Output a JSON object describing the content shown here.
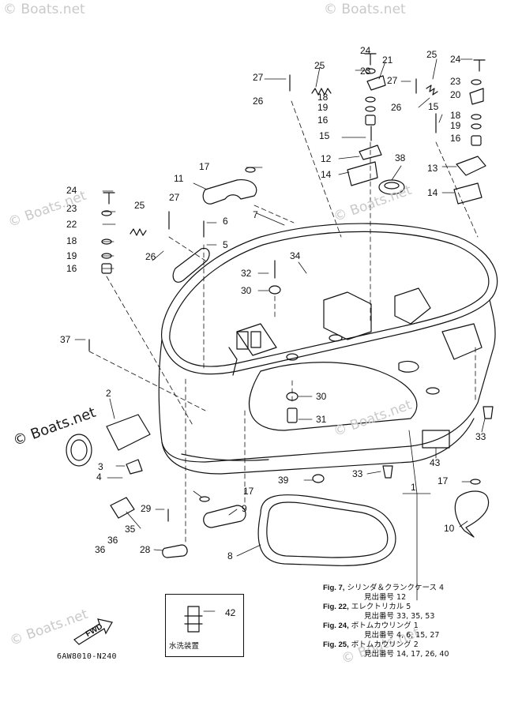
{
  "watermark": {
    "text": "© Boats.net",
    "primary": "© Boats.net"
  },
  "callouts": [
    {
      "id": "c24a",
      "text": "24"
    },
    {
      "id": "c21",
      "text": "21"
    },
    {
      "id": "c25a",
      "text": "25"
    },
    {
      "id": "c27a",
      "text": "27"
    },
    {
      "id": "c23a",
      "text": "23"
    },
    {
      "id": "c26a",
      "text": "26"
    },
    {
      "id": "c18a",
      "text": "18"
    },
    {
      "id": "c19a",
      "text": "19"
    },
    {
      "id": "c16a",
      "text": "16"
    },
    {
      "id": "c15a",
      "text": "15"
    },
    {
      "id": "c12",
      "text": "12"
    },
    {
      "id": "c14a",
      "text": "14"
    },
    {
      "id": "c38",
      "text": "38"
    },
    {
      "id": "c25b",
      "text": "25"
    },
    {
      "id": "c24b",
      "text": "24"
    },
    {
      "id": "c27b",
      "text": "27"
    },
    {
      "id": "c23b",
      "text": "23"
    },
    {
      "id": "c20",
      "text": "20"
    },
    {
      "id": "c26b",
      "text": "26"
    },
    {
      "id": "c18b",
      "text": "18"
    },
    {
      "id": "c19b",
      "text": "19"
    },
    {
      "id": "c15b",
      "text": "15"
    },
    {
      "id": "c16b",
      "text": "16"
    },
    {
      "id": "c13",
      "text": "13"
    },
    {
      "id": "c14b",
      "text": "14"
    },
    {
      "id": "c17a",
      "text": "17"
    },
    {
      "id": "c11",
      "text": "11"
    },
    {
      "id": "c24c",
      "text": "24"
    },
    {
      "id": "c27c",
      "text": "27"
    },
    {
      "id": "c23c",
      "text": "23"
    },
    {
      "id": "c25c",
      "text": "25"
    },
    {
      "id": "c6",
      "text": "6"
    },
    {
      "id": "c22",
      "text": "22"
    },
    {
      "id": "c7",
      "text": "7"
    },
    {
      "id": "c5",
      "text": "5"
    },
    {
      "id": "c18c",
      "text": "18"
    },
    {
      "id": "c26c",
      "text": "26"
    },
    {
      "id": "c19c",
      "text": "19"
    },
    {
      "id": "c16c",
      "text": "16"
    },
    {
      "id": "c34",
      "text": "34"
    },
    {
      "id": "c32",
      "text": "32"
    },
    {
      "id": "c30a",
      "text": "30"
    },
    {
      "id": "c37",
      "text": "37"
    },
    {
      "id": "c2",
      "text": "2"
    },
    {
      "id": "c30b",
      "text": "30"
    },
    {
      "id": "c31",
      "text": "31"
    },
    {
      "id": "c33a",
      "text": "33"
    },
    {
      "id": "c43",
      "text": "43"
    },
    {
      "id": "c3",
      "text": "3"
    },
    {
      "id": "c4",
      "text": "4"
    },
    {
      "id": "c33b",
      "text": "33"
    },
    {
      "id": "c39",
      "text": "39"
    },
    {
      "id": "c17b",
      "text": "17"
    },
    {
      "id": "c17c",
      "text": "17"
    },
    {
      "id": "c1",
      "text": "1"
    },
    {
      "id": "c29",
      "text": "29"
    },
    {
      "id": "c9",
      "text": "9"
    },
    {
      "id": "c35",
      "text": "35"
    },
    {
      "id": "c36a",
      "text": "36"
    },
    {
      "id": "c36b",
      "text": "36"
    },
    {
      "id": "c10",
      "text": "10"
    },
    {
      "id": "c28",
      "text": "28"
    },
    {
      "id": "c8",
      "text": "8"
    },
    {
      "id": "c42",
      "text": "42"
    }
  ],
  "references": [
    {
      "fig": "Fig. 7,",
      "desc": "シリンダ＆クランクケース 4",
      "sub": "見出番号 12"
    },
    {
      "fig": "Fig. 22,",
      "desc": "エレクトリカル 5",
      "sub": "見出番号 33, 35, 53"
    },
    {
      "fig": "Fig. 24,",
      "desc": "ボトムカウリング 1",
      "sub": "見出番号 4, 6, 15, 27"
    },
    {
      "fig": "Fig. 25,",
      "desc": "ボトムカウリング 2",
      "sub": "見出番号 14, 17, 26, 40"
    }
  ],
  "subassembly_caption": "水洗装置",
  "drawing_code": "6AW8010-N240",
  "fwd_label": "FWD",
  "colors": {
    "line": "#111111",
    "watermark": "#c9c9c9",
    "background": "#ffffff"
  }
}
